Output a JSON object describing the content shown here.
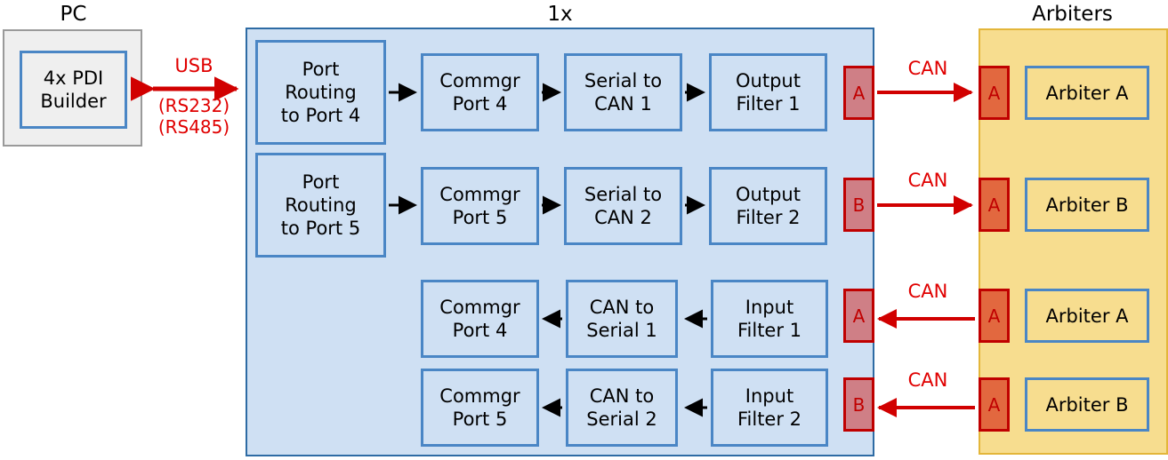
{
  "diagram": {
    "sections": [
      {
        "id": "pc",
        "title": "PC"
      },
      {
        "id": "device",
        "title": "1x"
      },
      {
        "id": "arbiters",
        "title": "Arbiters"
      }
    ],
    "pc": {
      "inner_box": "4x PDI\nBuilder",
      "inner_box_line1": "4x PDI",
      "inner_box_line2": "Builder"
    },
    "usb_link": {
      "label": "USB",
      "sub1": "(RS232)",
      "sub2": "(RS485)",
      "direction": "bidirectional"
    },
    "tx_rows": [
      {
        "stage1_line1": "Port",
        "stage1_line2": "Routing",
        "stage1_line3": "to Port 4",
        "stage2_line1": "Commgr",
        "stage2_line2": "Port 4",
        "stage3_line1": "Serial to",
        "stage3_line2": "CAN 1",
        "stage4_line1": "Output",
        "stage4_line2": "Filter 1",
        "device_port": "A",
        "link_label": "CAN",
        "arbiter_port": "A",
        "arbiter_name": "Arbiter A",
        "direction": "out"
      },
      {
        "stage1_line1": "Port",
        "stage1_line2": "Routing",
        "stage1_line3": "to Port 5",
        "stage2_line1": "Commgr",
        "stage2_line2": "Port 5",
        "stage3_line1": "Serial to",
        "stage3_line2": "CAN 2",
        "stage4_line1": "Output",
        "stage4_line2": "Filter 2",
        "device_port": "B",
        "link_label": "CAN",
        "arbiter_port": "A",
        "arbiter_name": "Arbiter B",
        "direction": "out"
      }
    ],
    "rx_rows": [
      {
        "stage1_line1": "Commgr",
        "stage1_line2": "Port 4",
        "stage2_line1": "CAN to",
        "stage2_line2": "Serial 1",
        "stage3_line1": "Input",
        "stage3_line2": "Filter 1",
        "device_port": "A",
        "link_label": "CAN",
        "arbiter_port": "A",
        "arbiter_name": "Arbiter A",
        "direction": "in"
      },
      {
        "stage1_line1": "Commgr",
        "stage1_line2": "Port 5",
        "stage2_line1": "CAN to",
        "stage2_line2": "Serial 2",
        "stage3_line1": "Input",
        "stage3_line2": "Filter 2",
        "device_port": "B",
        "link_label": "CAN",
        "arbiter_port": "A",
        "arbiter_name": "Arbiter B",
        "direction": "in"
      }
    ],
    "colors": {
      "panel_grey_fill": "#efefef",
      "panel_grey_border": "#9a9a9a",
      "blue_fill": "#cfe0f3",
      "blue_border": "#4a86c5",
      "container_blue_border": "#2e6ba4",
      "yellow_fill": "#f7dd8f",
      "yellow_border": "#e3b63a",
      "red_border": "#c00000",
      "red_tab_fill": "#cf7f86",
      "orange_tab_fill": "#e2683f",
      "arrow_red": "#d10000",
      "arrow_black": "#000000",
      "text": "#000000"
    }
  }
}
